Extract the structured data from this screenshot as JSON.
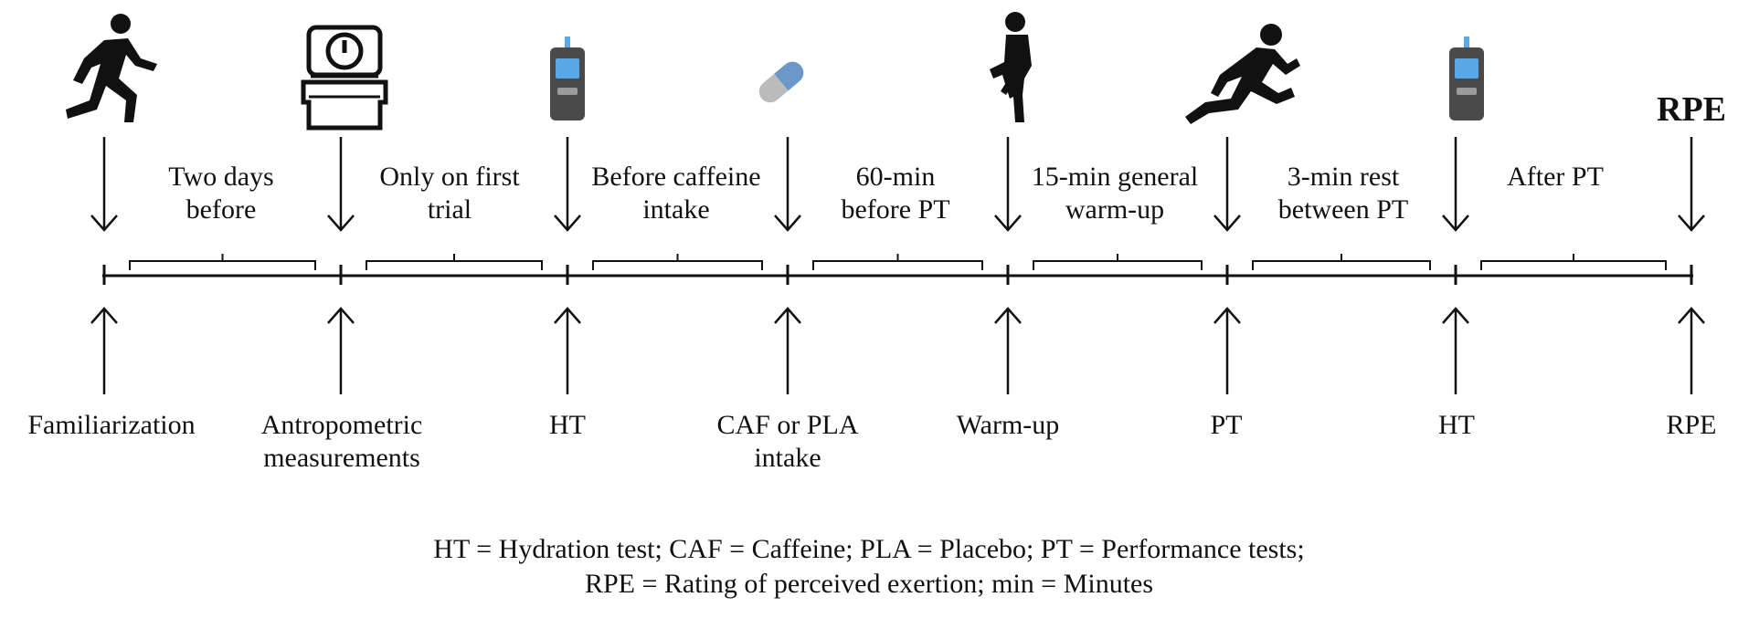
{
  "timeline": {
    "bottom_labels": [
      "Familiarization",
      "Antropometric\nmeasurements",
      "HT",
      "CAF or PLA\nintake",
      "Warm-up",
      "PT",
      "HT",
      "RPE"
    ],
    "intervals": [
      "Two days\nbefore",
      "Only on first\ntrial",
      "Before caffeine\nintake",
      "60-min\nbefore PT",
      "15-min general\nwarm-up",
      "3-min rest\nbetween PT",
      "After PT"
    ],
    "top_icons": [
      "runner-icon",
      "scale-icon",
      "hydration-meter-icon",
      "capsule-icon",
      "standing-stretch-icon",
      "sprinter-icon",
      "hydration-meter-icon",
      "rpe-text"
    ],
    "rpe_top_label": "RPE"
  },
  "legend": {
    "line1": "HT = Hydration test; CAF = Caffeine; PLA = Placebo; PT = Performance tests;",
    "line2": "RPE = Rating of perceived exertion; min = Minutes"
  },
  "colors": {
    "ink": "#111111",
    "meter_body": "#4a4a4a",
    "meter_screen": "#5aa9e6"
  }
}
